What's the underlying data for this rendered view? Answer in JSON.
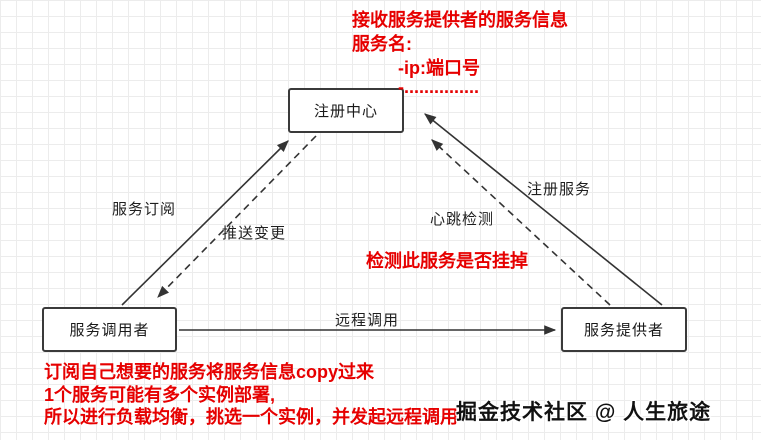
{
  "nodes": {
    "registry": "注册中心",
    "consumer": "服务调用者",
    "provider": "服务提供者"
  },
  "edges": {
    "subscribe": "服务订阅",
    "push": "推送变更",
    "register": "注册服务",
    "heartbeat": "心跳检测",
    "rpc": "远程调用"
  },
  "annotations": {
    "receive_info": "接收服务提供者的服务信息",
    "service_name": "服务名:",
    "ip_port": "-ip:端口号",
    "ellipsis": "-...............",
    "detect_down": "检测此服务是否挂掉",
    "subscribe_copy": "订阅自己想要的服务将服务信息copy过来",
    "multi_instance": "1个服务可能有多个实例部署,",
    "load_balance": "所以进行负载均衡，挑选一个实例，并发起远程调用"
  },
  "watermark": "掘金技术社区 @ 人生旅途",
  "colors": {
    "annotation_red": "#e60000",
    "line": "#333333",
    "grid": "#ececec",
    "node_border": "#3a3a3a"
  }
}
